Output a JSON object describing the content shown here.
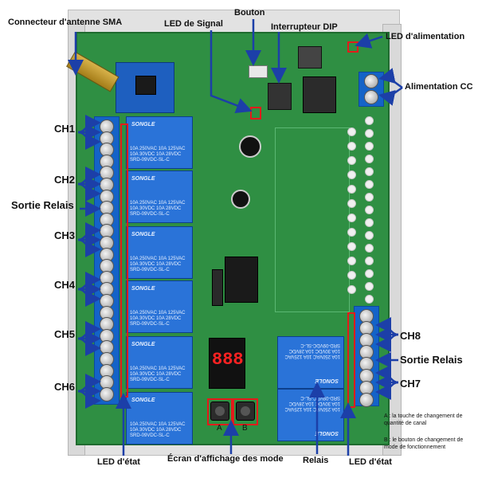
{
  "labels": {
    "sma": "Connecteur d'antenne SMA",
    "led_signal": "LED de Signal",
    "bouton": "Bouton",
    "dip": "Interrupteur DIP",
    "led_alim": "LED d'alimentation",
    "alim_cc": "Alimentation CC",
    "ch1": "CH1",
    "ch2": "CH2",
    "sortie_left": "Sortie Relais",
    "ch3": "CH3",
    "ch4": "CH4",
    "ch5": "CH5",
    "ch6": "CH6",
    "ch8": "CH8",
    "sortie_right": "Sortie Relais",
    "ch7": "CH7",
    "led_etat_left": "LED d'état",
    "ecran": "Écran d'affichage des mode",
    "relais": "Relais",
    "led_etat_right": "LED d'état",
    "btn_a": "A",
    "btn_b": "B",
    "note_a": "A : la touche de changement de quantité de canal",
    "note_b": "B : le bouton de changement de mode de fonctionnement"
  },
  "relay": {
    "brand": "SONGLE",
    "line1": "10A 250VAC  10A 125VAC",
    "line2": "10A 30VDC  10A 28VDC",
    "model": "SRD-09VDC-SL-C"
  },
  "display": {
    "digits": "888"
  },
  "colors": {
    "pcb": "#2f8f43",
    "terminal": "#1463c8",
    "relay": "#2a73d8",
    "highlight": "#e31b1b",
    "arrow": "#1c3fa8"
  }
}
